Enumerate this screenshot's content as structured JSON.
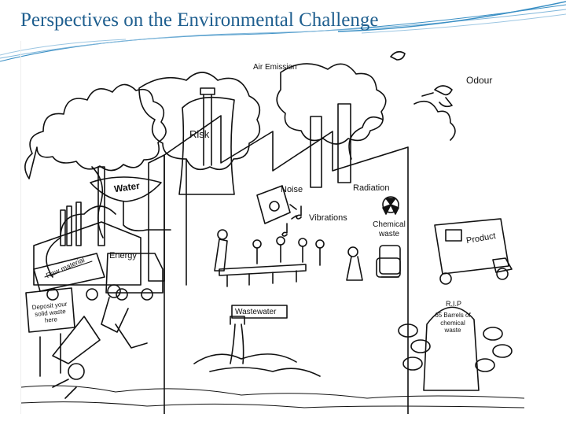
{
  "slide": {
    "title": "Perspectives on the Environmental Challenge"
  },
  "cartoon": {
    "labels": {
      "air_emission": "Air Emission",
      "odour": "Odour",
      "risk": "Risk",
      "water": "Water",
      "noise": "Noise",
      "radiation": "Radiation",
      "vibrations": "Vibrations",
      "chemical_waste": "Chemical waste",
      "energy": "Energy",
      "raw_material": "Raw material",
      "product": "Product",
      "wastewater": "Wastewater",
      "deposit_sign": "Deposit your solid waste here",
      "tombstone_rip": "R.I.P",
      "tombstone_text": "65 Barrels of chemical waste"
    }
  },
  "colors": {
    "title": "#1f5f8f",
    "ink": "#111111",
    "swoosh": "#3a8fc4"
  }
}
